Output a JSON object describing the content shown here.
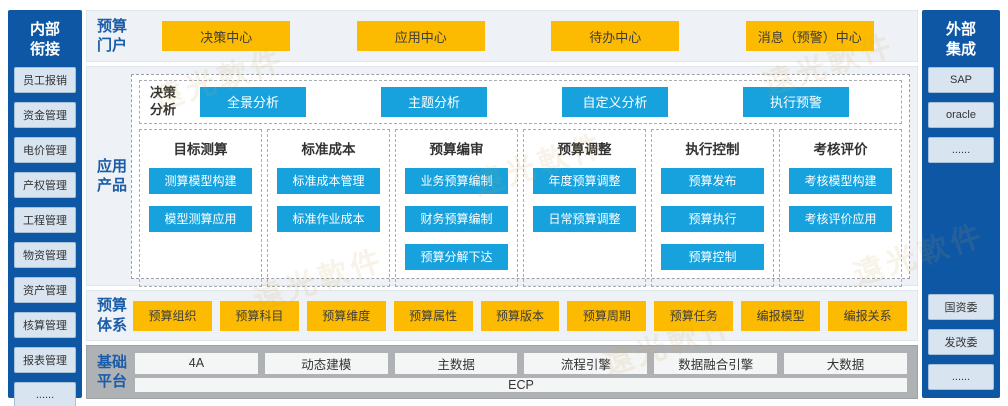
{
  "watermark": {
    "text": "遠光軟件"
  },
  "colors": {
    "sidebar_blue": "#0e57a5",
    "label_blue": "#1a5ca8",
    "button_blue": "#17a2de",
    "accent_yellow": "#fcba00",
    "band_gray": "#eef1f5",
    "platform_gray": "#afb2b5"
  },
  "left_sidebar": {
    "title": "内部衔接",
    "items": [
      "员工报销",
      "资金管理",
      "电价管理",
      "产权管理",
      "工程管理",
      "物资管理",
      "资产管理",
      "核算管理",
      "报表管理",
      "......"
    ]
  },
  "right_sidebar": {
    "title": "外部集成",
    "top_items": [
      "SAP",
      "oracle",
      "......"
    ],
    "bottom_items": [
      "国资委",
      "发改委",
      "......"
    ]
  },
  "portal": {
    "label": "预算门户",
    "buttons": [
      "决策中心",
      "应用中心",
      "待办中心",
      "消息（预警）中心"
    ]
  },
  "products": {
    "label": "应用产品",
    "decision": {
      "label": "决策分析",
      "buttons": [
        "全景分析",
        "主题分析",
        "自定义分析",
        "执行预警"
      ]
    },
    "columns": [
      {
        "title": "目标测算",
        "items": [
          "测算模型构建",
          "模型测算应用"
        ]
      },
      {
        "title": "标准成本",
        "items": [
          "标准成本管理",
          "标准作业成本"
        ]
      },
      {
        "title": "预算编审",
        "items": [
          "业务预算编制",
          "财务预算编制",
          "预算分解下达"
        ]
      },
      {
        "title": "预算调整",
        "items": [
          "年度预算调整",
          "日常预算调整"
        ]
      },
      {
        "title": "执行控制",
        "items": [
          "预算发布",
          "预算执行",
          "预算控制"
        ]
      },
      {
        "title": "考核评价",
        "items": [
          "考核模型构建",
          "考核评价应用"
        ]
      }
    ]
  },
  "system": {
    "label": "预算体系",
    "buttons": [
      "预算组织",
      "预算科目",
      "预算维度",
      "预算属性",
      "预算版本",
      "预算周期",
      "预算任务",
      "编报模型",
      "编报关系"
    ]
  },
  "platform": {
    "label": "基础平台",
    "row1": [
      "4A",
      "动态建模",
      "主数据",
      "流程引擎",
      "数据融合引擎",
      "大数据"
    ],
    "row2": "ECP"
  }
}
